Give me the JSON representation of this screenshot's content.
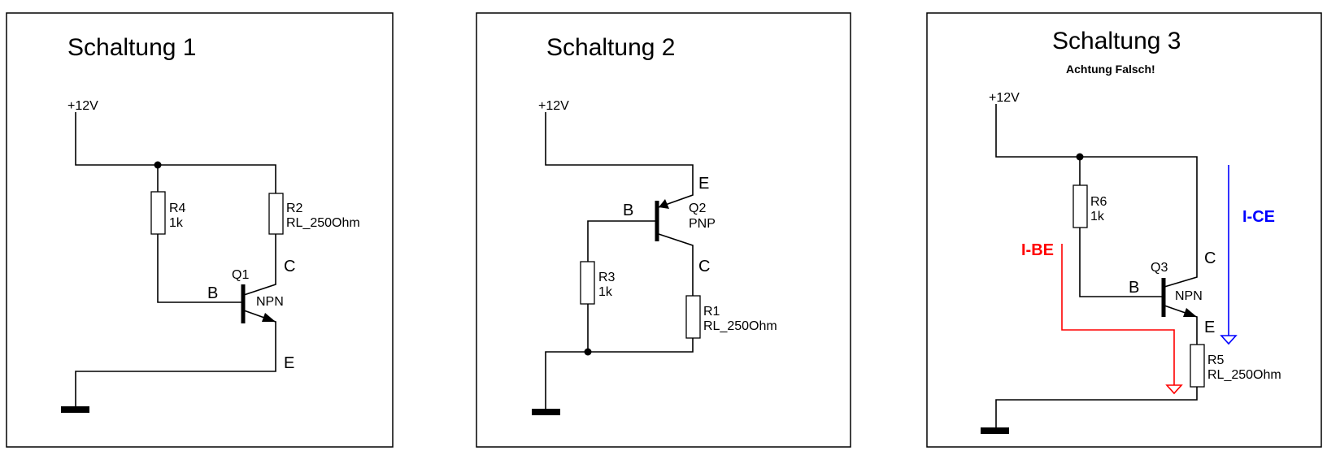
{
  "colors": {
    "line": "#000000",
    "ibe": "#ff0000",
    "ice": "#0000ff"
  },
  "panels": [
    {
      "title": "Schaltung 1",
      "supply": "+12V",
      "resistors": [
        {
          "ref": "R4",
          "value": "1k"
        },
        {
          "ref": "R2",
          "value": "RL_250Ohm"
        }
      ],
      "transistor": {
        "ref": "Q1",
        "type": "NPN"
      },
      "pins": {
        "b": "B",
        "c": "C",
        "e": "E"
      }
    },
    {
      "title": "Schaltung 2",
      "supply": "+12V",
      "resistors": [
        {
          "ref": "R3",
          "value": "1k"
        },
        {
          "ref": "R1",
          "value": "RL_250Ohm"
        }
      ],
      "transistor": {
        "ref": "Q2",
        "type": "PNP"
      },
      "pins": {
        "b": "B",
        "c": "C",
        "e": "E"
      }
    },
    {
      "title": "Schaltung 3",
      "subtitle": "Achtung Falsch!",
      "supply": "+12V",
      "resistors": [
        {
          "ref": "R6",
          "value": "1k"
        },
        {
          "ref": "R5",
          "value": "RL_250Ohm"
        }
      ],
      "transistor": {
        "ref": "Q3",
        "type": "NPN"
      },
      "pins": {
        "b": "B",
        "c": "C",
        "e": "E"
      },
      "currents": {
        "ibe": "I-BE",
        "ice": "I-CE"
      }
    }
  ]
}
